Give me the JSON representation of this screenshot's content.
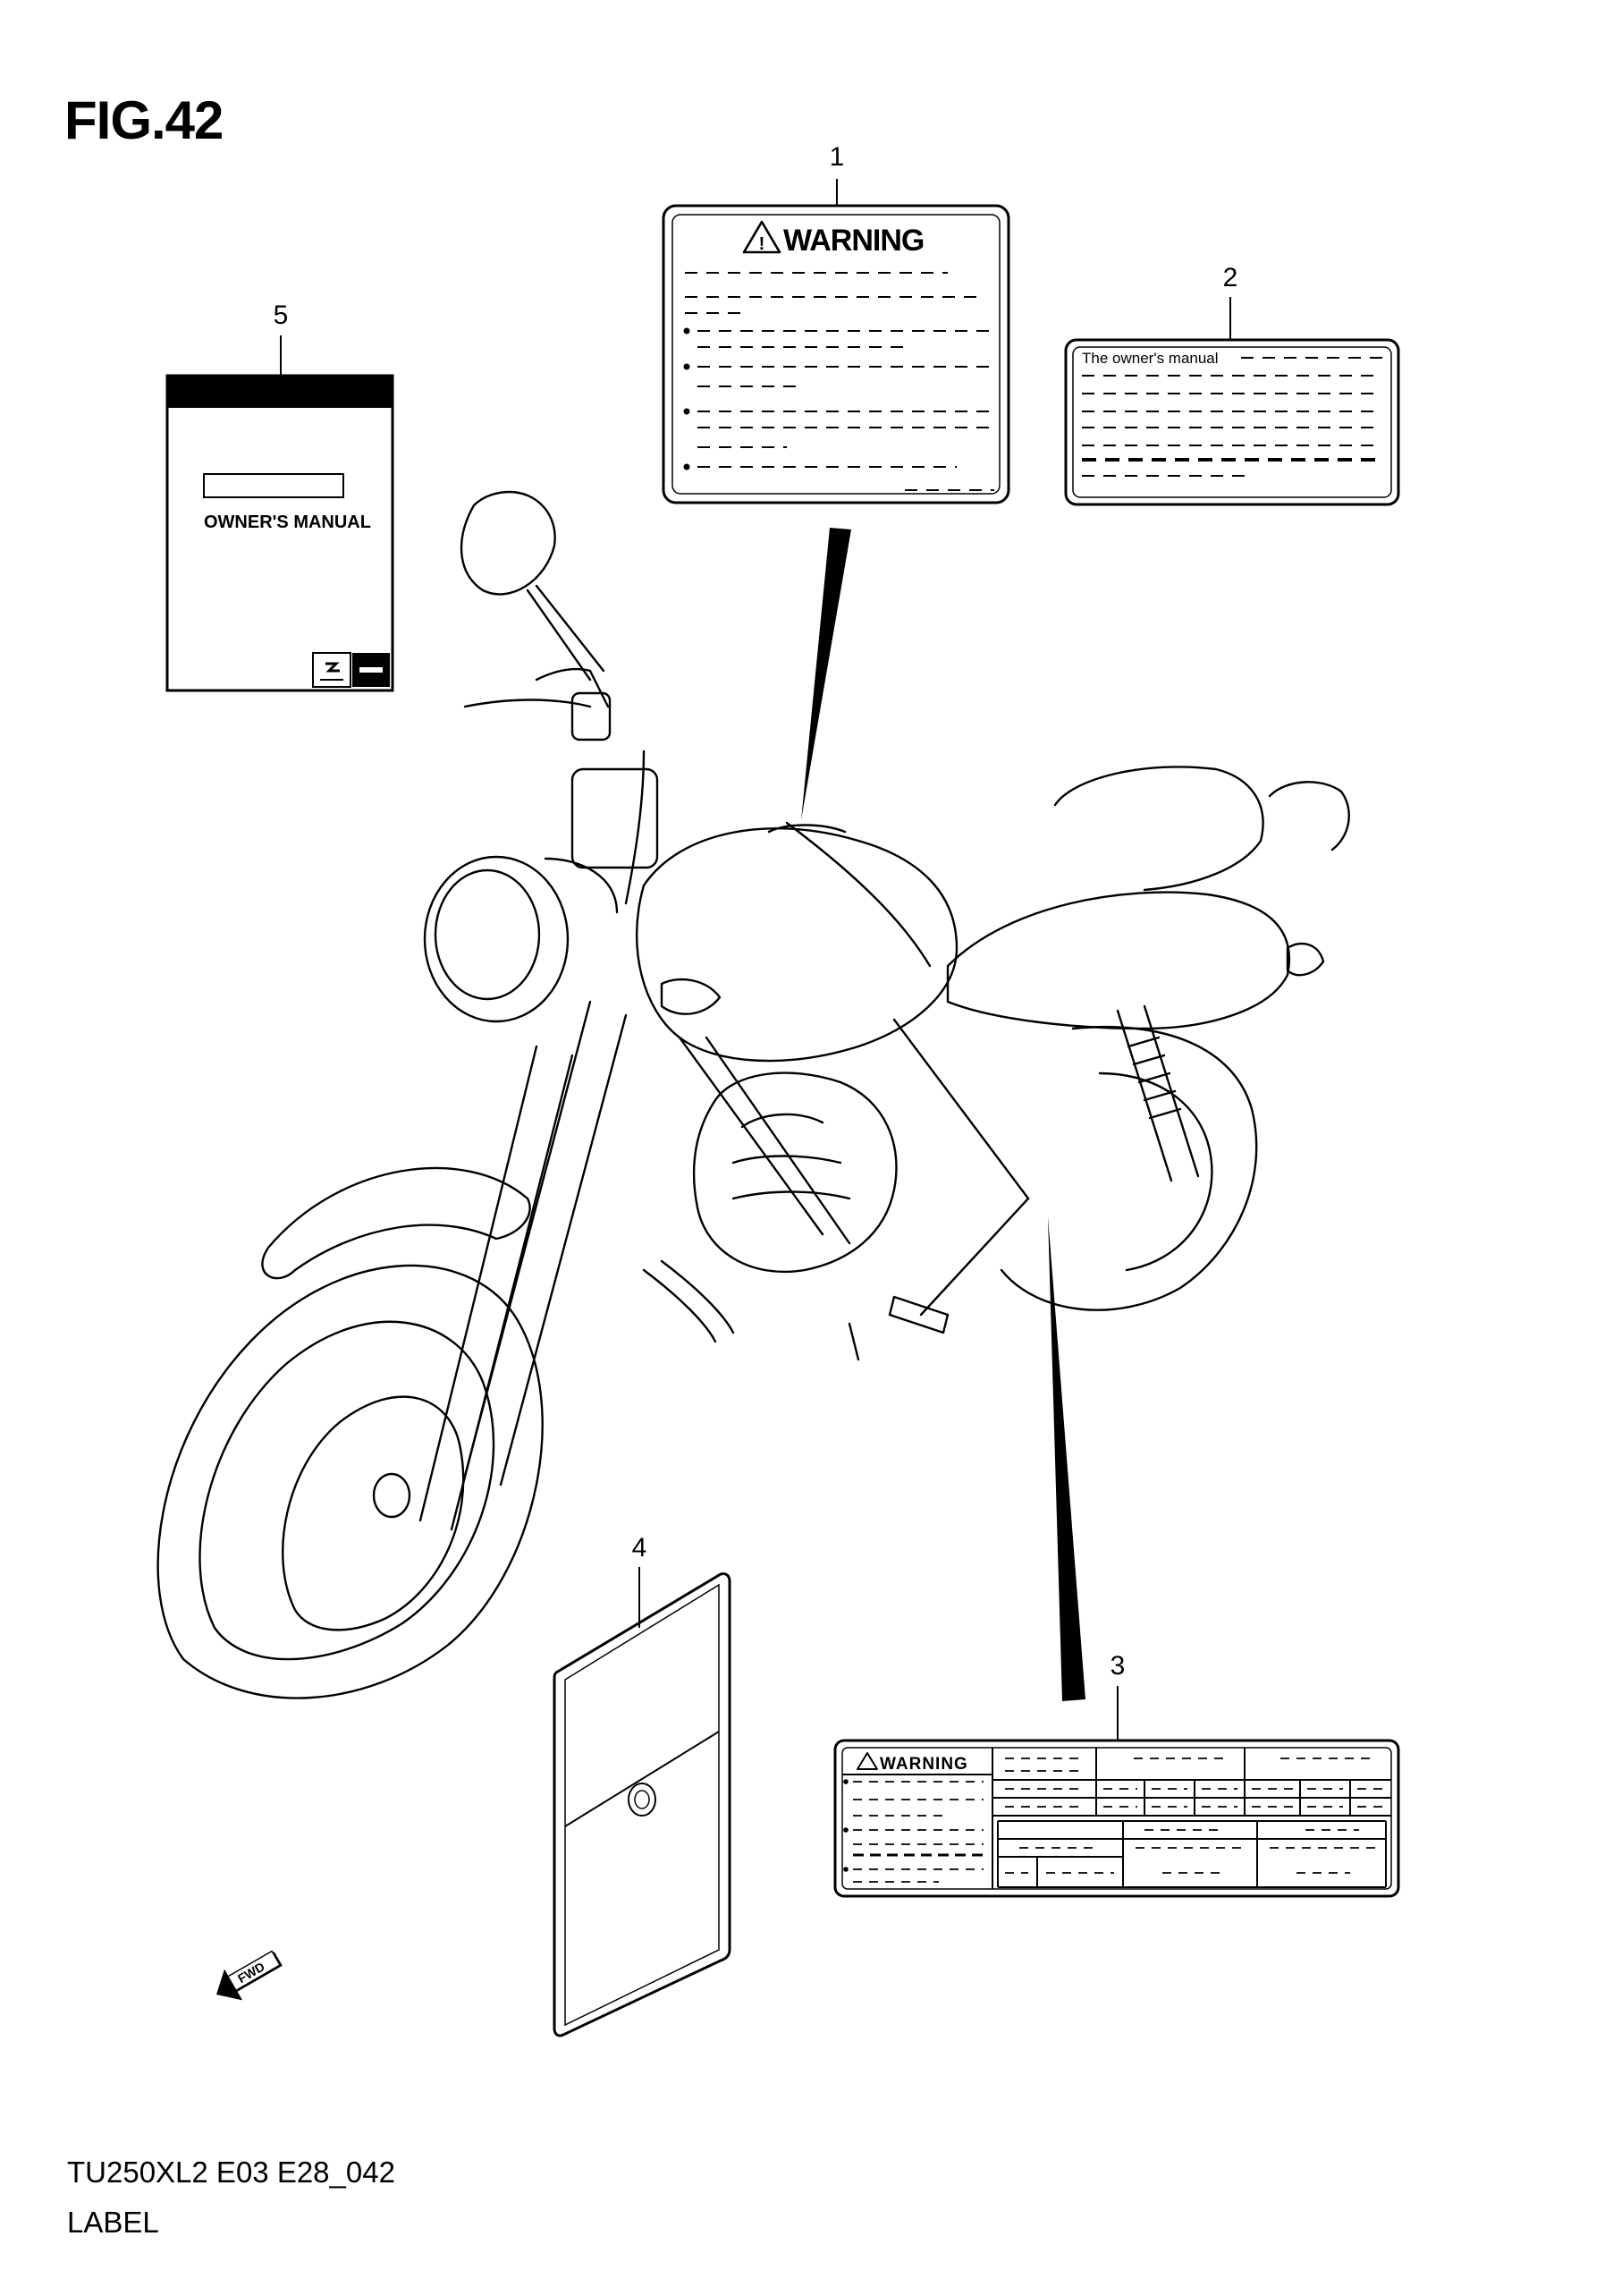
{
  "figure": {
    "title": "FIG.42",
    "code": "TU250XL2 E03 E28_042",
    "caption": "LABEL"
  },
  "parts": [
    {
      "number": "1",
      "item": "warning-label"
    },
    {
      "number": "2",
      "item": "owners-manual-label"
    },
    {
      "number": "3",
      "item": "info-warning-label"
    },
    {
      "number": "4",
      "item": "plate-label"
    },
    {
      "number": "5",
      "item": "owners-manual"
    }
  ],
  "labels": {
    "warning_heading": "WARNING",
    "manual_note": "The owner's manual",
    "manual_cover": "OWNER'S MANUAL",
    "fwd": "FWD"
  },
  "colors": {
    "line": "#000000",
    "background": "#ffffff"
  }
}
